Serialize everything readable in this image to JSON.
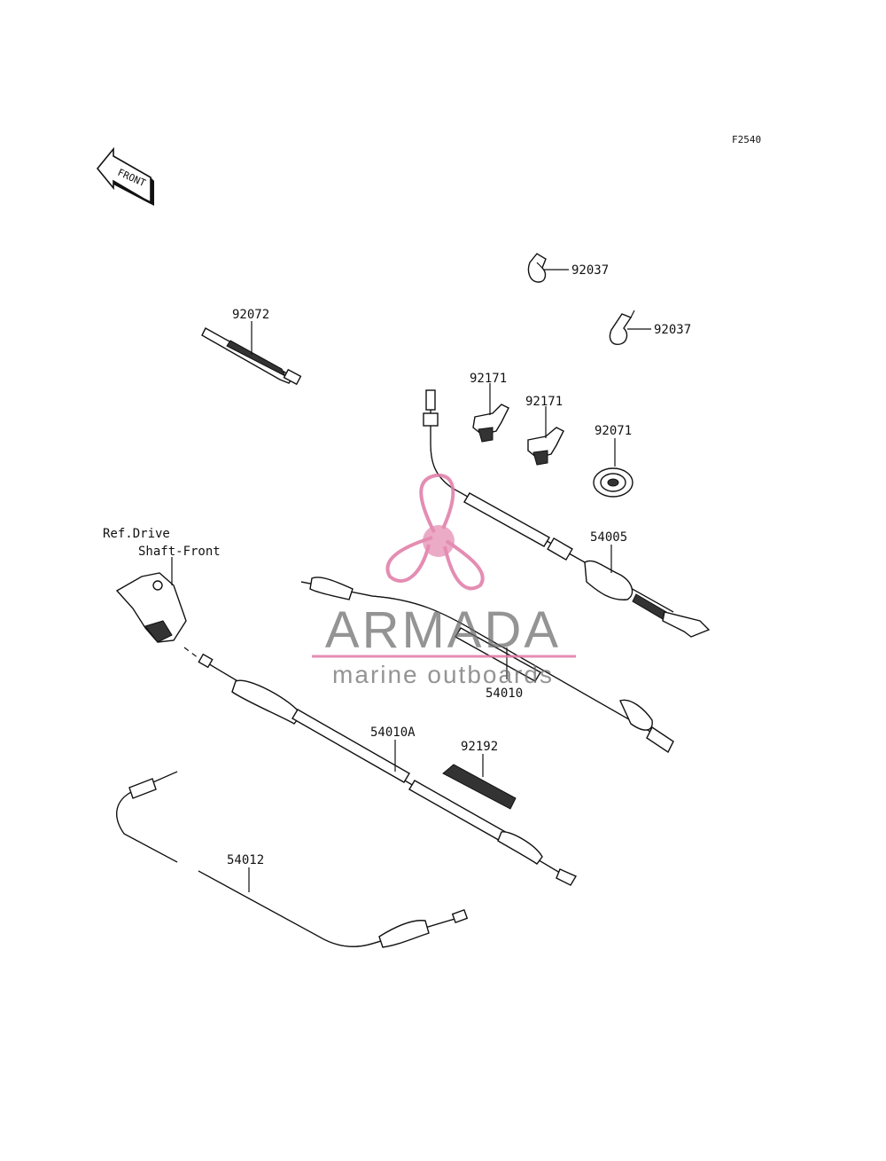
{
  "figure_code": "F2540",
  "front_label": "FRONT",
  "reference_label": [
    "Ref.Drive",
    "Shaft-Front"
  ],
  "part_labels": {
    "clamp_a": "92037",
    "clamp_b": "92037",
    "band": "92072",
    "holder_a": "92171",
    "holder_b": "92171",
    "grommet": "92071",
    "cable_a": "54005",
    "cable_b": "54010",
    "cable_c": "54010A",
    "tube": "92192",
    "cable_d": "54012"
  },
  "watermark": {
    "title": "ARMADA",
    "subtitle": "marine outboards",
    "accent_color": "#e07aa6",
    "text_color": "#6b6b6b"
  }
}
